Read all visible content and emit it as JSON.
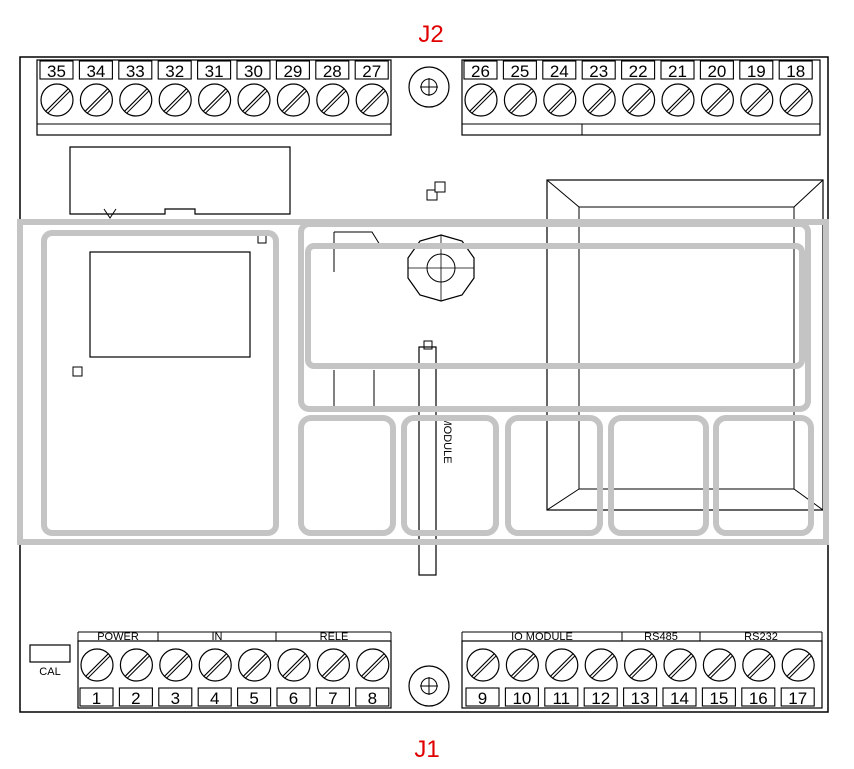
{
  "connectors": {
    "top_label": "J2",
    "bottom_label": "J1"
  },
  "top_terminals_left": [
    "35",
    "34",
    "33",
    "32",
    "31",
    "30",
    "29",
    "28",
    "27"
  ],
  "top_terminals_right": [
    "26",
    "25",
    "24",
    "23",
    "22",
    "21",
    "20",
    "19",
    "18"
  ],
  "bottom_terminals_left": [
    "1",
    "2",
    "3",
    "4",
    "5",
    "6",
    "7",
    "8"
  ],
  "bottom_terminals_right": [
    "9",
    "10",
    "11",
    "12",
    "13",
    "14",
    "15",
    "16",
    "17"
  ],
  "bottom_groups": {
    "power": "POWER",
    "in": "IN",
    "rele": "RELE",
    "io_module": "IO MODULE",
    "rs485": "RS485",
    "rs232": "RS232"
  },
  "cal_label": "CAL",
  "module_label": "MODULE",
  "colors": {
    "line": "#000000",
    "overlay": "#c4c4c4",
    "connector_label": "#e00000"
  }
}
